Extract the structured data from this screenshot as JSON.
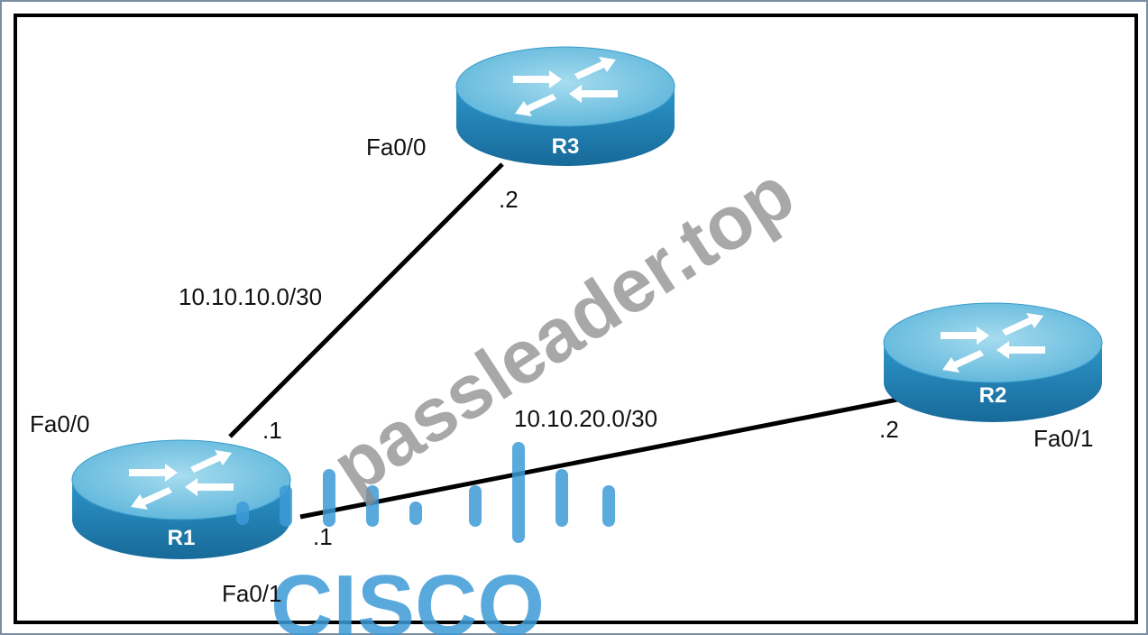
{
  "routers": [
    {
      "id": "r1",
      "name": "R1"
    },
    {
      "id": "r2",
      "name": "R2"
    },
    {
      "id": "r3",
      "name": "R3"
    }
  ],
  "links": [
    {
      "id": "r1-r3",
      "network": "10.10.10.0/30",
      "a_host": ".1",
      "b_host": ".2"
    },
    {
      "id": "r1-r2",
      "network": "10.10.20.0/30",
      "a_host": ".1",
      "b_host": ".2"
    }
  ],
  "interfaces": {
    "r3_fa00": "Fa0/0",
    "r1_fa00": "Fa0/0",
    "r1_fa01": "Fa0/1",
    "r2_fa01": "Fa0/1"
  },
  "watermark": {
    "text": "passleader.top",
    "logo_text": "CISCO",
    "color": "#8c8c8c",
    "logo_color": "#3d9bd8"
  },
  "colors": {
    "router_top": "#7ecbe6",
    "router_side": "#1f83b8",
    "link": "#000000",
    "border": "#000000"
  }
}
